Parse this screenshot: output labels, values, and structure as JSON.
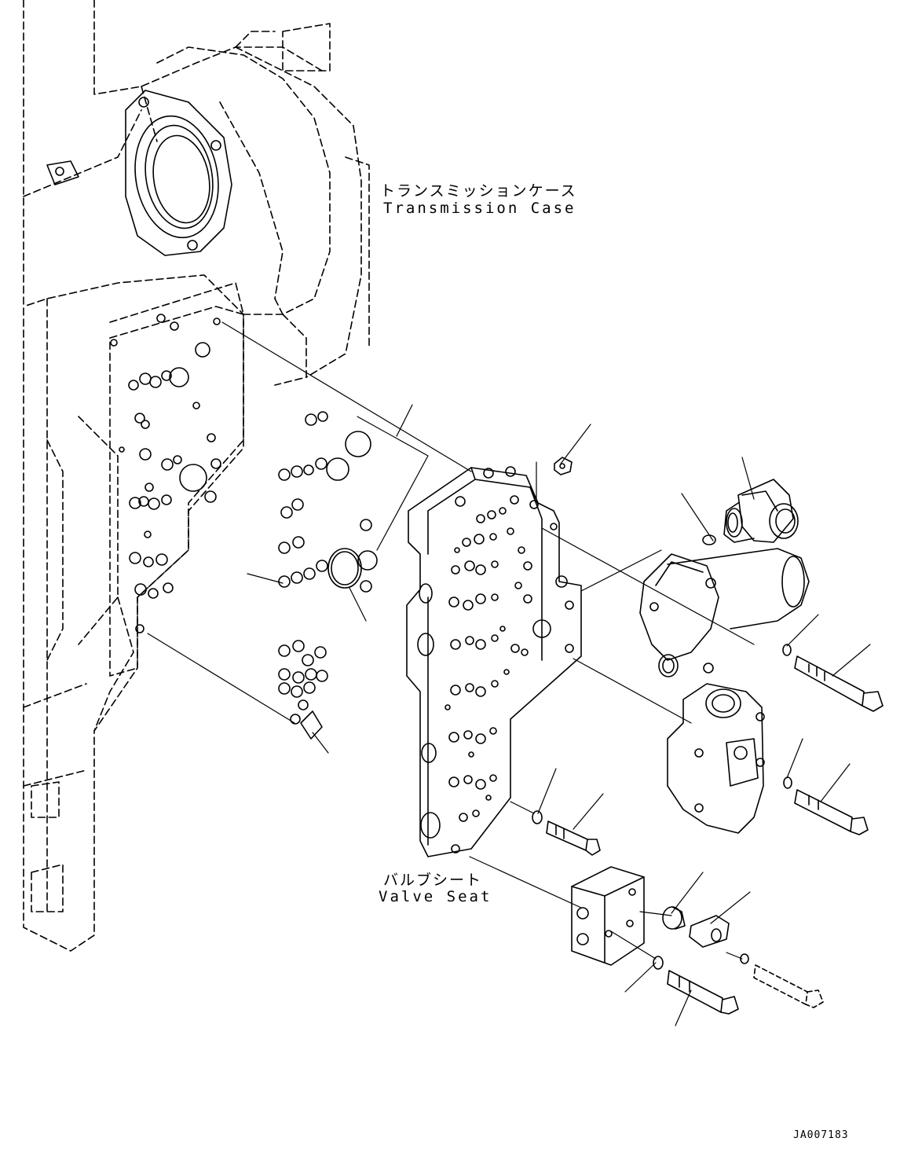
{
  "labels": {
    "transmission_case_jp": "トランスミッションケース",
    "transmission_case_en": "Transmission Case",
    "valve_seat_jp": "バルブシート",
    "valve_seat_en": "Valve Seat",
    "drawing_code": "JA007183"
  },
  "colors": {
    "line": "#000000",
    "background": "#ffffff"
  }
}
